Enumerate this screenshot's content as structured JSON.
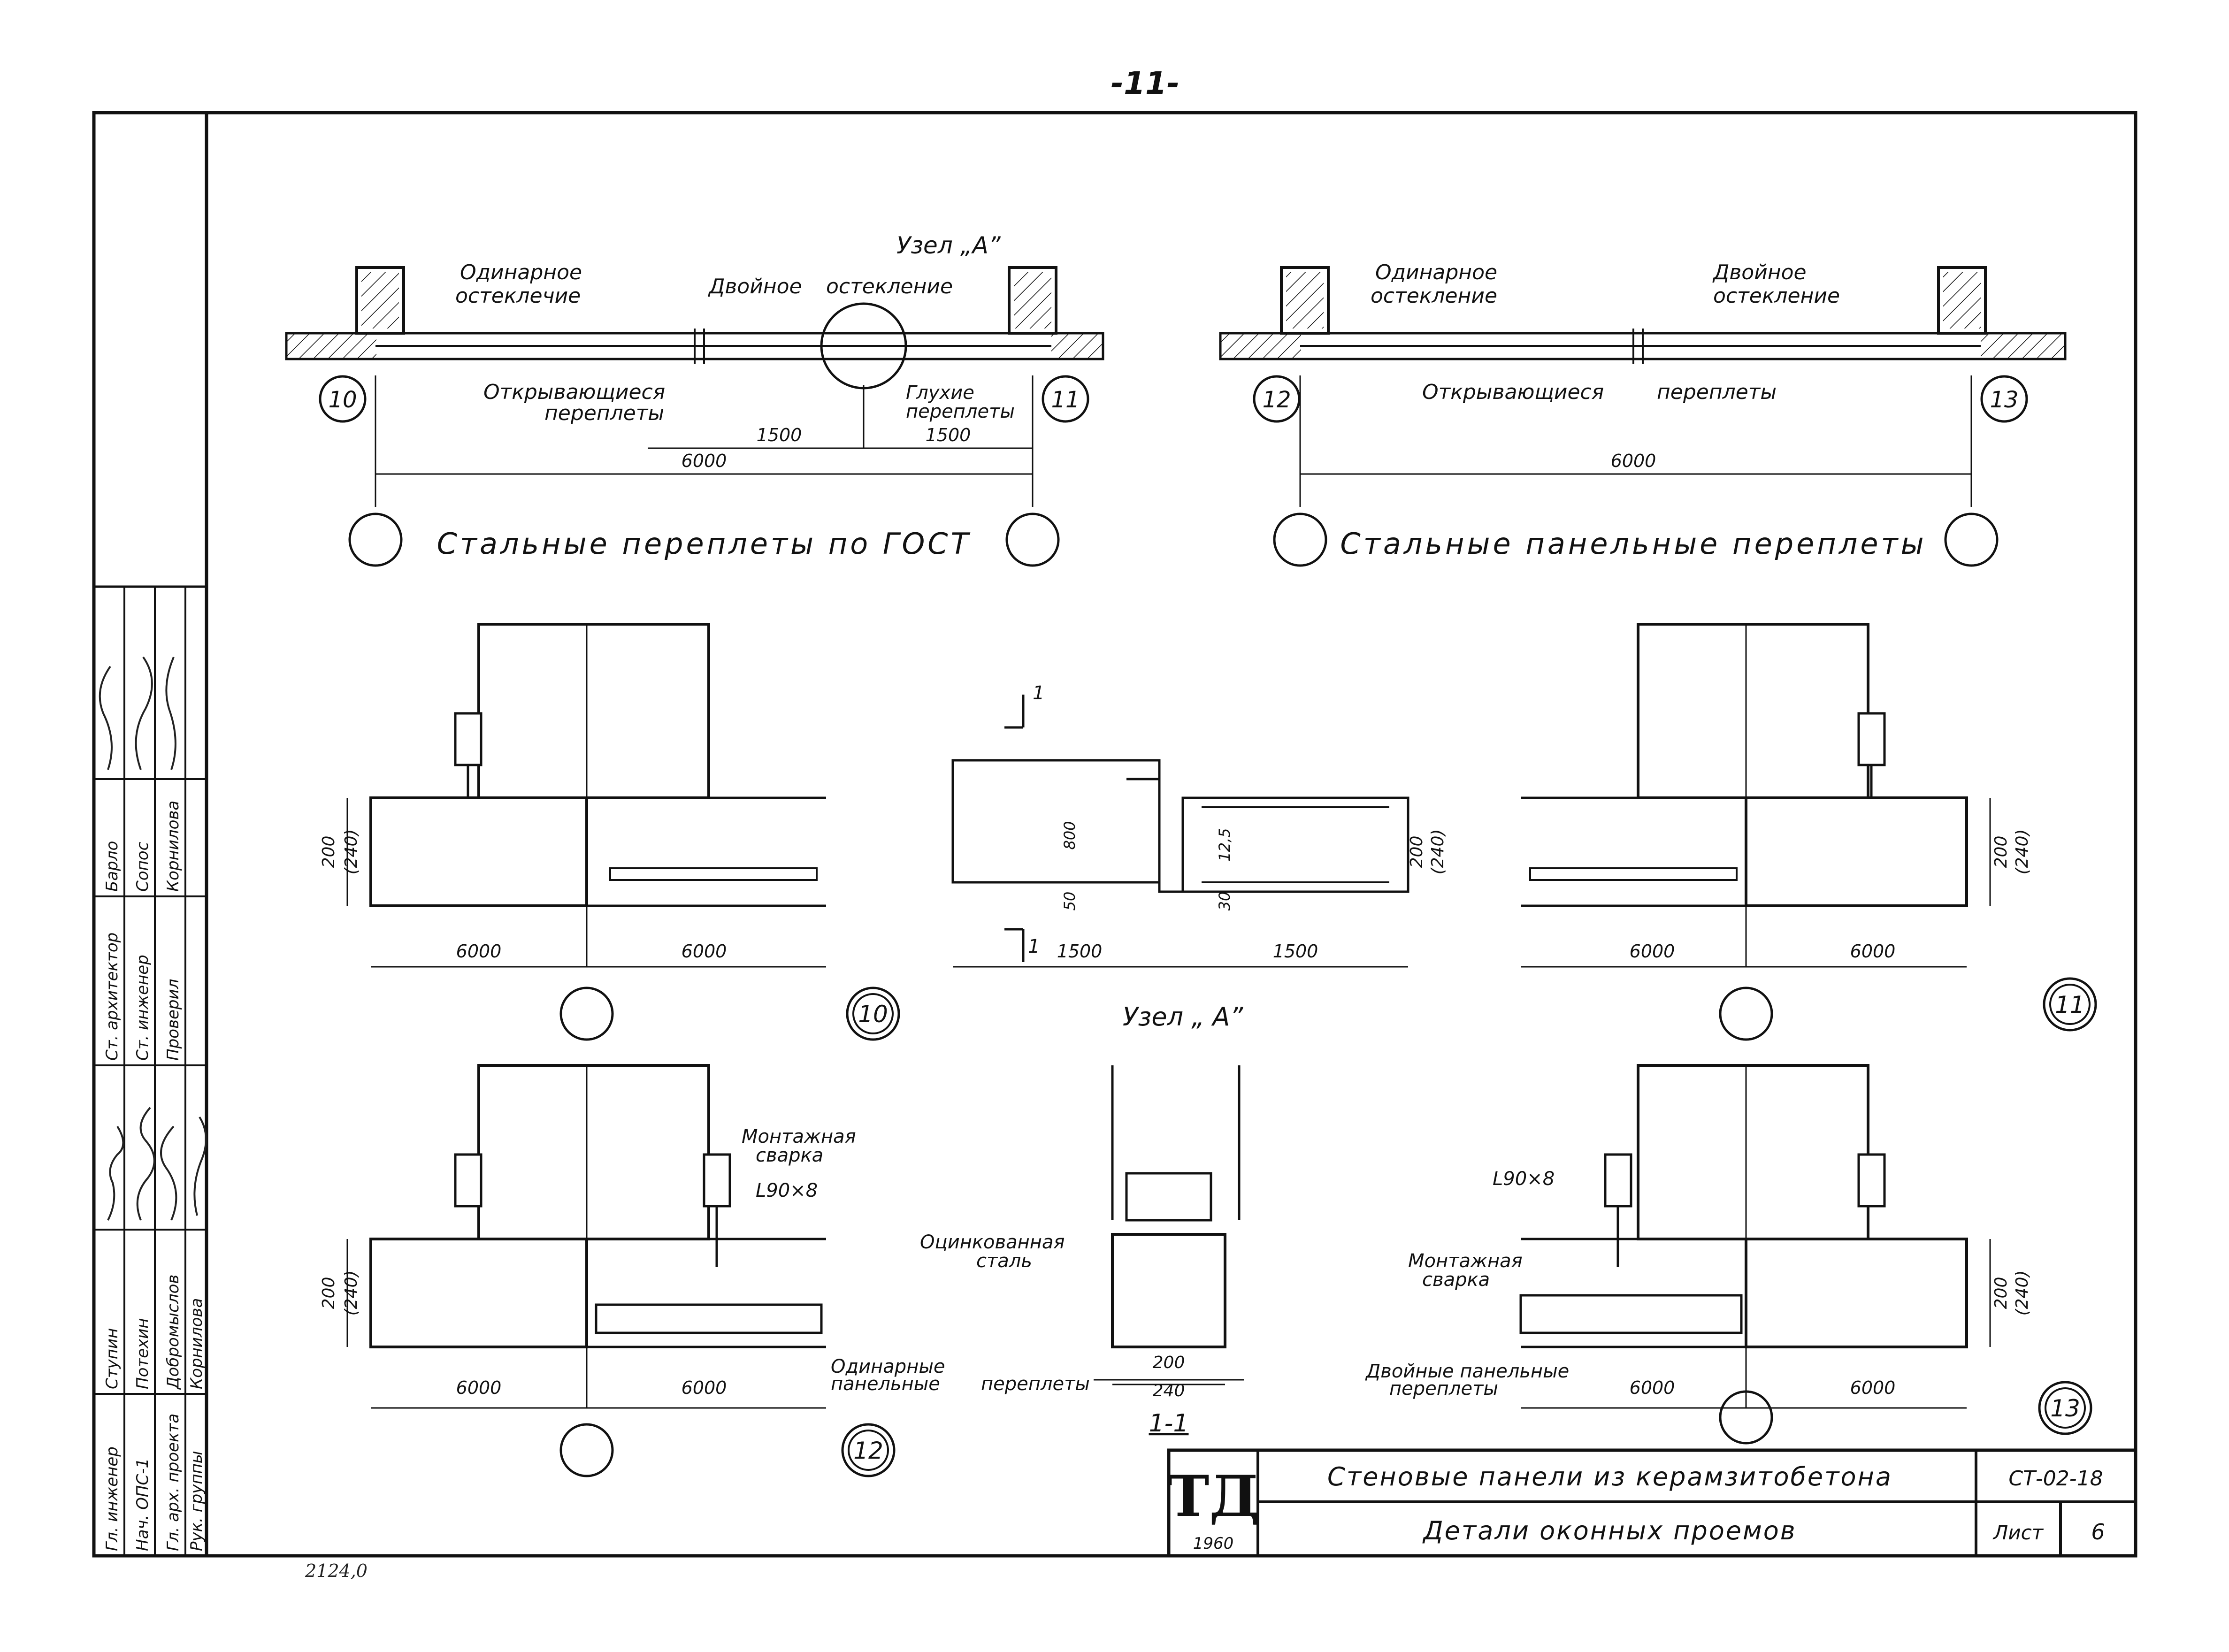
{
  "page_number": "-11-",
  "plan_left": {
    "title": "Стальные переплеты по ГОСТ",
    "single_glazing": [
      "Одинарное",
      "остеклечие"
    ],
    "double_glazing": [
      "Двойное",
      "остекление"
    ],
    "opening_sashes": [
      "Открывающиеся",
      "переплеты"
    ],
    "fixed_sashes": [
      "Глухие",
      "переплеты"
    ],
    "node_label": "Узел „А”",
    "axis_left": "10",
    "axis_right": "11",
    "dim_1": "1500",
    "dim_2": "1500",
    "dim_total": "6000"
  },
  "plan_right": {
    "title": "Стальные панельные переплеты",
    "single_glazing": [
      "Одинарное",
      "остекление"
    ],
    "double_glazing": [
      "Двойное",
      "остекление"
    ],
    "opening_sashes": [
      "Открывающиеся",
      "переплеты"
    ],
    "axis_left": "12",
    "axis_right": "13",
    "dim_total": "6000"
  },
  "detail_10": {
    "id": "10",
    "h1": "200",
    "h2": "(240)",
    "d_left": "6000",
    "d_right": "6000"
  },
  "node_a": {
    "caption": "Узел „ А”",
    "section_mark": "1",
    "dim_800": "800",
    "dim_125": "12,5",
    "dim_50a": "50",
    "dim_50b": "30",
    "h1": "200",
    "h2": "(240)",
    "d_left": "1500",
    "d_right": "1500"
  },
  "detail_11": {
    "id": "11",
    "h1": "200",
    "h2": "(240)",
    "d_left": "6000",
    "d_right": "6000"
  },
  "detail_12": {
    "id": "12",
    "h1": "200",
    "h2": "(240)",
    "d_left": "6000",
    "d_right": "6000",
    "weld": [
      "Монтажная",
      "сварка"
    ],
    "angle": "L90×8",
    "frames": [
      "Одинарные",
      "панельные",
      "переплеты"
    ]
  },
  "section_1_1": {
    "caption": "1-1",
    "steel": [
      "Оцинкованная",
      "сталь"
    ],
    "dim_200": "200",
    "dim_240": "240"
  },
  "detail_13": {
    "id": "13",
    "h1": "200",
    "h2": "(240)",
    "d_left": "6000",
    "d_right": "6000",
    "weld": [
      "Монтажная",
      "сварка"
    ],
    "angle": "L90×8",
    "frames": [
      "Двойные панельные",
      "переплеты"
    ]
  },
  "title_block": {
    "logo": "ТД",
    "year": "1960",
    "title": "Стеновые панели из керамзитобетона",
    "subtitle": "Детали оконных проемов",
    "code": "СТ-02-18",
    "sheet_label": "Лист",
    "sheet_number": "6"
  },
  "stamp": {
    "roles": [
      "Гл. инженер",
      "Нач. ОПС-1",
      "Гл. арх. проекта",
      "Рук. группы",
      "Ст. архитектор",
      "Ст. инженер",
      "Проверил"
    ],
    "names": [
      "Ступин",
      "Потехин",
      "Добромыслов",
      "Корнилова",
      "Барло",
      "Сопос",
      "Корнилова"
    ]
  },
  "inventory_note": "2124,0"
}
